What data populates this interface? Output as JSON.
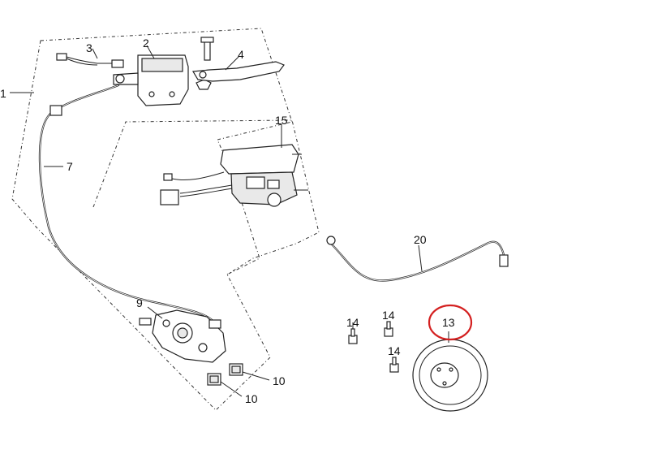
{
  "callouts": {
    "c1": "1",
    "c2": "2",
    "c3": "3",
    "c4": "4",
    "c7": "7",
    "c9": "9",
    "c10a": "10",
    "c10b": "10",
    "c13": "13",
    "c14a": "14",
    "c14b": "14",
    "c14c": "14",
    "c15": "15",
    "c20": "20"
  },
  "highlight": {
    "part": "13",
    "color": "#d42020"
  },
  "colors": {
    "line": "#222222",
    "background": "#ffffff"
  }
}
